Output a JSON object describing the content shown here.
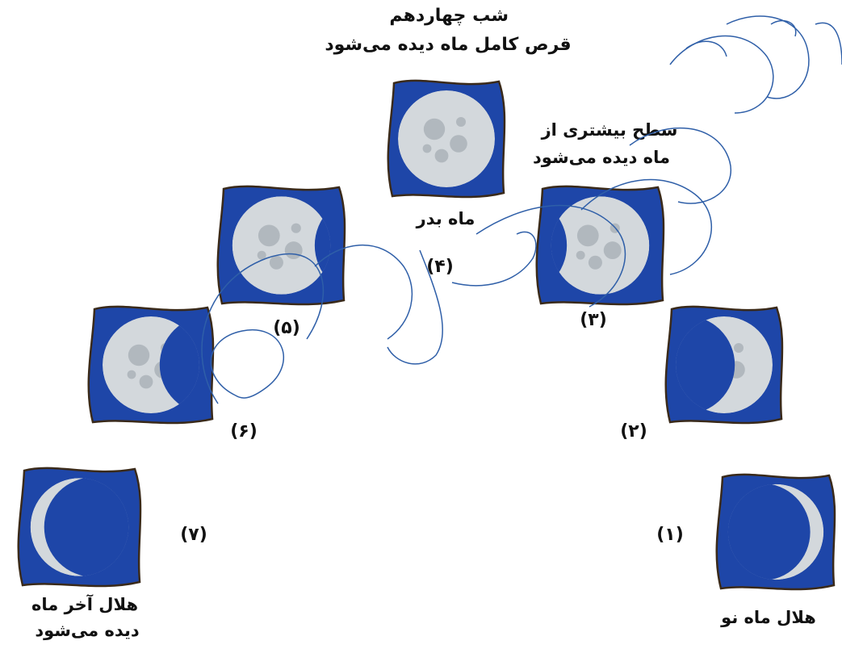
{
  "colors": {
    "frame": "#1e46a8",
    "frame_edge": "#3a2a1a",
    "moon_lit": "#d3d8dc",
    "moon_crater": "#a9b0b6",
    "moon_shadow": "#1e46a8",
    "watermark_stroke": "#2f5fa8"
  },
  "phases": [
    {
      "id": 1,
      "number": "(۱)",
      "caption": "هلال ماه نو",
      "lit": "right",
      "fraction": 0.15
    },
    {
      "id": 2,
      "number": "(۲)",
      "caption": "",
      "lit": "right",
      "fraction": 0.4
    },
    {
      "id": 3,
      "number": "(۳)",
      "caption": "سطح بیشتری از ماه دیده می‌شود",
      "lit": "right",
      "fraction": 0.85
    },
    {
      "id": 4,
      "number": "(۴)",
      "caption": "ماه بدر",
      "lit": "full",
      "fraction": 1.0
    },
    {
      "id": 5,
      "number": "(۵)",
      "caption": "",
      "lit": "left",
      "fraction": 0.85
    },
    {
      "id": 6,
      "number": "(۶)",
      "caption": "",
      "lit": "left",
      "fraction": 0.6
    },
    {
      "id": 7,
      "number": "(۷)",
      "caption": "هلال آخر ماه دیده می‌شود",
      "lit": "left",
      "fraction": 0.15
    }
  ],
  "labels": {
    "top_line1": "شب چهاردهم",
    "top_line2": "قرص کامل ماه دیده می‌شود",
    "p3_line1": "سطح بیشتری از",
    "p3_line2": "ماه دیده می‌شود",
    "p4_caption": "ماه بدر",
    "p1_caption": "هلال ماه نو",
    "p7_line1": "هلال آخر ماه",
    "p7_line2": "دیده می‌شود"
  }
}
